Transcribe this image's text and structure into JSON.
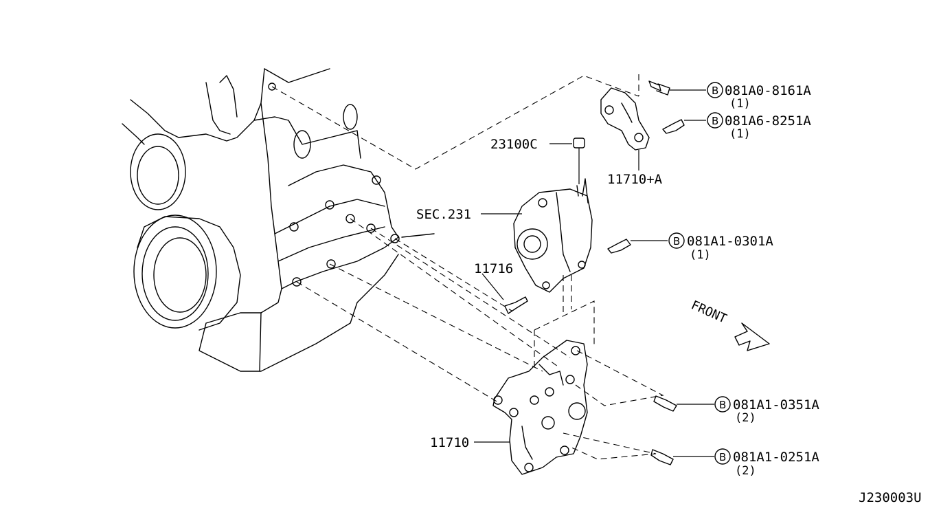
{
  "diagram_code": "J230003U",
  "front_label": "FRONT",
  "bolt_marker": "B",
  "parts": {
    "p1": "23100C",
    "p2": "SEC.231",
    "p3": "11716",
    "p4": "11710+A",
    "p5": "11710"
  },
  "bolts": [
    {
      "code": "081A0-8161A",
      "qty": "(1)"
    },
    {
      "code": "081A6-8251A",
      "qty": "(1)"
    },
    {
      "code": "081A1-0301A",
      "qty": "(1)"
    },
    {
      "code": "081A1-0351A",
      "qty": "(2)"
    },
    {
      "code": "081A1-0251A",
      "qty": "(2)"
    }
  ]
}
